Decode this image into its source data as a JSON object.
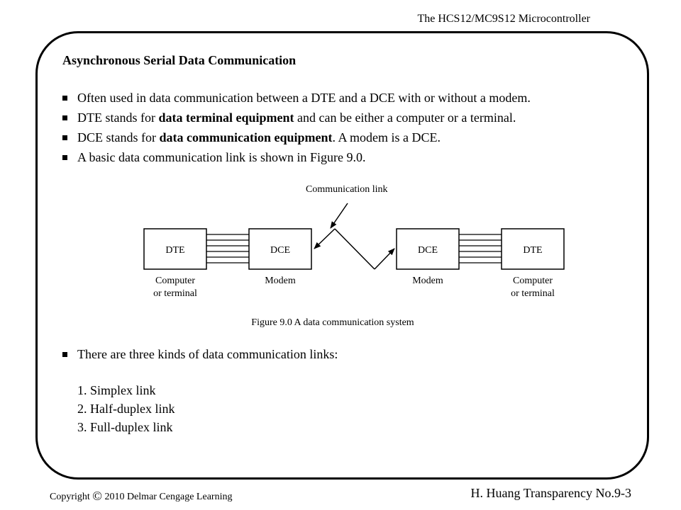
{
  "header": {
    "title": "The HCS12/MC9S12 Microcontroller"
  },
  "slide": {
    "heading": "Asynchronous Serial Data Communication",
    "bullets": [
      {
        "before": "Often used in data communication between a DTE and a DCE with or without a modem.",
        "bold": "",
        "after": ""
      },
      {
        "before": "DTE stands for ",
        "bold": "data terminal equipment",
        "after": " and can be either a computer or a terminal."
      },
      {
        "before": "DCE stands for ",
        "bold": "data communication equipment",
        "after": ". A modem is a DCE."
      },
      {
        "before": "A basic data communication link is shown in Figure 9.0.",
        "bold": "",
        "after": ""
      }
    ],
    "figure": {
      "link_label": "Communication link",
      "boxes": [
        "DTE",
        "DCE",
        "DCE",
        "DTE"
      ],
      "under_labels": {
        "left_dte_line1": "Computer",
        "left_dte_line2": "or terminal",
        "left_dce": "Modem",
        "right_dce": "Modem",
        "right_dte_line1": "Computer",
        "right_dte_line2": "or terminal"
      },
      "caption": "Figure 9.0 A data communication system"
    },
    "bullet_links_intro": "There are three kinds of data communication links:",
    "link_types": [
      "1. Simplex link",
      "2. Half-duplex link",
      "3. Full-duplex link"
    ]
  },
  "footer": {
    "copyright_word": "Copyright",
    "copyright_symbol": "©",
    "copyright_text": "2010 Delmar Cengage Learning",
    "transparency": "H. Huang Transparency No.9-3"
  }
}
